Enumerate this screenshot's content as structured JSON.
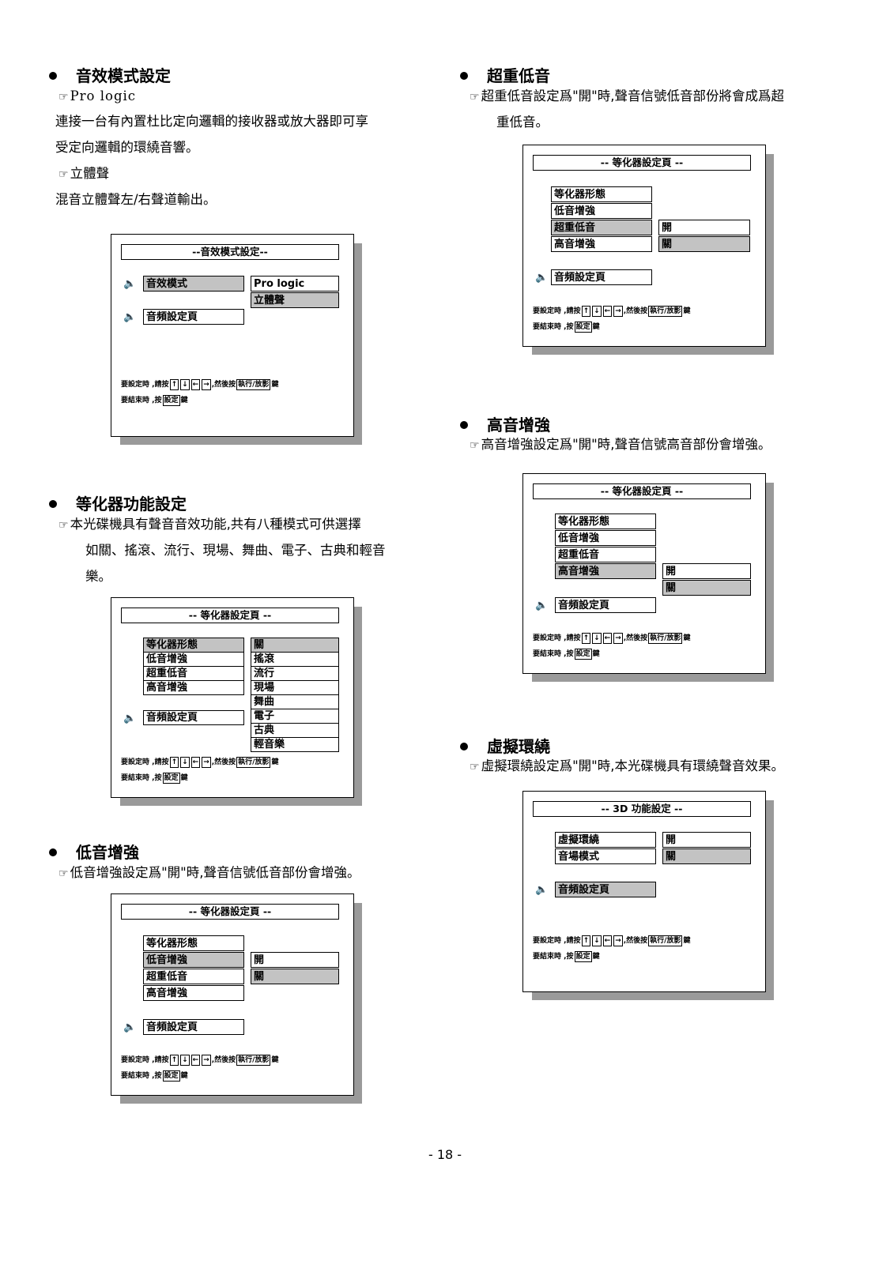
{
  "page_number": "- 18 -",
  "sections": {
    "audio_mode": {
      "heading": "音效模式設定",
      "sub1": "Pro logic",
      "p1a": "連接一台有內置杜比定向邏輯的接收器或放大器即可享",
      "p1b": "受定向邏輯的環繞音響。",
      "sub2": "立體聲",
      "p2": "混音立體聲左/右聲道輸出。"
    },
    "eq": {
      "heading": "等化器功能設定",
      "pa": "本光碟機具有聲音音效功能,共有八種模式可供選擇",
      "pb": "如關、搖滾、流行、現場、舞曲、電子、古典和輕音",
      "pc": "樂。"
    },
    "bass": {
      "heading": "低音增強",
      "p": "低音增強設定爲\"開\"時,聲音信號低音部份會增強。"
    },
    "subwoofer": {
      "heading": "超重低音",
      "pa": "超重低音設定爲\"開\"時,聲音信號低音部份將會成爲超",
      "pb": "重低音。"
    },
    "treble": {
      "heading": "高音增強",
      "p": "高音增強設定爲\"開\"時,聲音信號高音部份會增強。"
    },
    "virtual": {
      "heading": "虛擬環繞",
      "p": "虛擬環繞設定爲\"開\"時,本光碟機具有環繞聲音效果。"
    }
  },
  "hand_icon": "☞",
  "menu": {
    "audio_title": "--音效模式設定--",
    "eq_title": "-- 等化器設定頁 --",
    "threed_title": "-- 3D 功能設定 --",
    "audio_mode": "音效模式",
    "audio_page": "音頻設定頁",
    "pro_logic": "Pro logic",
    "stereo": "立體聲",
    "eq_type": "等化器形態",
    "bass_boost": "低音增強",
    "subwoofer": "超重低音",
    "treble_boost": "高音增強",
    "virtual_surround": "虛擬環繞",
    "sound_field": "音場模式",
    "on": "開",
    "off": "關",
    "eq_options": [
      "關",
      "搖滾",
      "流行",
      "現場",
      "舞曲",
      "電子",
      "古典",
      "輕音樂"
    ],
    "instr_a": "要設定時 ,請按",
    "instr_b": ",然後按",
    "instr_key": "執行/放影",
    "instr_c": "鍵",
    "instr_d": "要結束時 ,按",
    "instr_setup": "設定",
    "arrows": [
      "↑",
      "↓",
      "←",
      "→"
    ]
  }
}
